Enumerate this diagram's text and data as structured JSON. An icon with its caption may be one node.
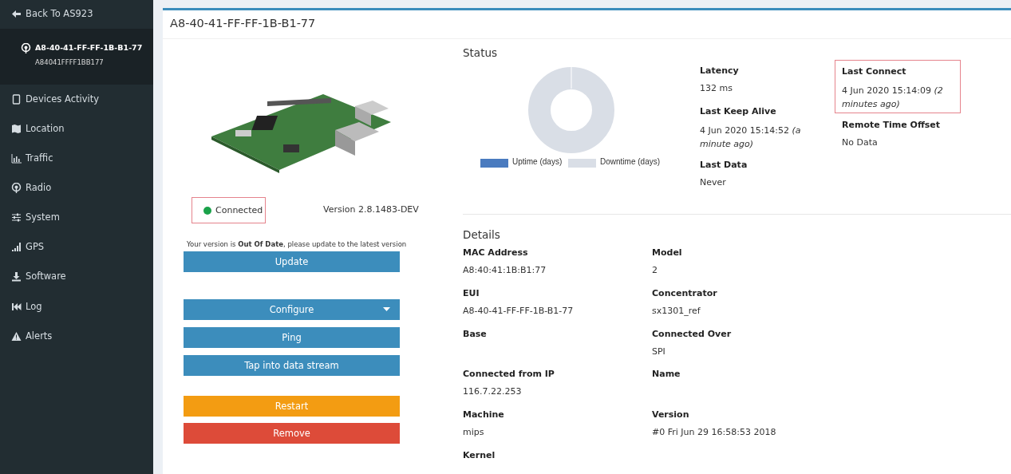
{
  "diagram": {
    "nodes": [
      {
        "text": [
          "Connected"
        ]
      },
      {
        "text": [
          "Last Connect",
          "4 Jun 2020 15:14:09 *(2 minutes ago)*"
        ]
      },
      {
        "text": [
          "Update"
        ]
      },
      {
        "text": [
          "Configure"
        ]
      },
      {
        "text": [
          "Ping"
        ]
      },
      {
        "text": [
          "Tap into data stream"
        ]
      },
      {
        "text": [
          "Restart"
        ]
      },
      {
        "text": [
          "Remove"
        ]
      }
    ],
    "labels": [
      "Back To AS923",
      "A8-40-41-FF-FF-1B-B1-77",
      "A84041FFFF1BB177",
      "Devices Activity",
      "Location",
      "Traffic",
      "Radio",
      "System",
      "GPS",
      "Software",
      "Log",
      "Alerts",
      "A8-40-41-FF-FF-1B-B1-77",
      "Version 2.8.1483-DEV",
      "Your version is **Out Of Date**, please update to the latest version",
      "Status",
      "Latency",
      "132 ms",
      "Last Keep Alive",
      "4 Jun 2020 15:14:52 *(a minute ago)*",
      "Last Data",
      "Never",
      "Remote Time Offset",
      "No Data",
      "Details",
      "MAC Address",
      "A8:40:41:1B:B1:77",
      "Model",
      "2",
      "EUI",
      "A8-40-41-FF-FF-1B-B1-77",
      "Concentrator",
      "sx1301_ref",
      "Base",
      "Connected Over",
      "SPI",
      "Connected from IP",
      "116.7.22.253",
      "Name",
      "Machine",
      "mips",
      "Version",
      "#0 Fri Jun 29 16:58:53 2018",
      "Kernel"
    ],
    "legend": [
      {
        "text": "Uptime (days)",
        "color": "#4a7bbf"
      },
      {
        "text": "Downtime (days)",
        "color": "#d9dee6"
      }
    ]
  }
}
